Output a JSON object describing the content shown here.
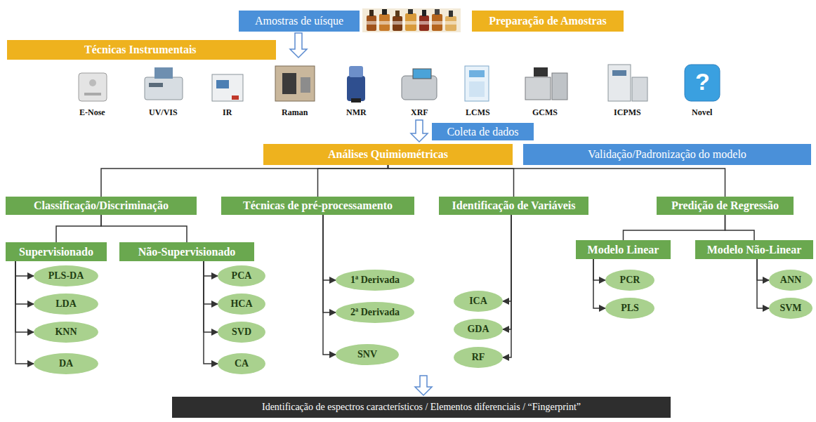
{
  "diagram": {
    "nodes": [
      {
        "text": [
          "Amostras de uísque"
        ]
      },
      {
        "text": [
          "Preparação de Amostras"
        ]
      },
      {
        "text": [
          "Técnicas Instrumentais"
        ]
      },
      {
        "text": [
          "Coleta de dados"
        ]
      },
      {
        "text": [
          "Análises Quimiométricas"
        ]
      },
      {
        "text": [
          "Validação/Padronização do modelo"
        ]
      },
      {
        "text": [
          "Classificação/Discriminação"
        ]
      },
      {
        "text": [
          "Técnicas de pré-processamento"
        ]
      },
      {
        "text": [
          "Identificação de Variáveis"
        ]
      },
      {
        "text": [
          "Predição de Regressão"
        ]
      },
      {
        "text": [
          "Supervisionado"
        ]
      },
      {
        "text": [
          "Não-Supervisionado"
        ]
      },
      {
        "text": [
          "Modelo Linear"
        ]
      },
      {
        "text": [
          "Modelo Não-Linear"
        ]
      },
      {
        "text": [
          "PLS-DA"
        ]
      },
      {
        "text": [
          "LDA"
        ]
      },
      {
        "text": [
          "KNN"
        ]
      },
      {
        "text": [
          "DA"
        ]
      },
      {
        "text": [
          "PCA"
        ]
      },
      {
        "text": [
          "HCA"
        ]
      },
      {
        "text": [
          "SVD"
        ]
      },
      {
        "text": [
          "CA"
        ]
      },
      {
        "text": [
          "1ª Derivada"
        ]
      },
      {
        "text": [
          "2ª Derivada"
        ]
      },
      {
        "text": [
          "SNV"
        ]
      },
      {
        "text": [
          "ICA"
        ]
      },
      {
        "text": [
          "GDA"
        ]
      },
      {
        "text": [
          "RF"
        ]
      },
      {
        "text": [
          "PCR"
        ]
      },
      {
        "text": [
          "PLS"
        ]
      },
      {
        "text": [
          "ANN"
        ]
      },
      {
        "text": [
          "SVM"
        ]
      },
      {
        "text": [
          "Identificação de espectros característicos / Elementos diferenciais / “Fingerprint”"
        ]
      }
    ],
    "edges": [
      {
        "from": 4,
        "to": 6,
        "arrow": "none"
      },
      {
        "from": 4,
        "to": 7,
        "arrow": "none"
      },
      {
        "from": 4,
        "to": 8,
        "arrow": "none"
      },
      {
        "from": 4,
        "to": 9,
        "arrow": "none"
      },
      {
        "from": 6,
        "to": 10,
        "arrow": "none"
      },
      {
        "from": 6,
        "to": 11,
        "arrow": "none"
      },
      {
        "from": 9,
        "to": 12,
        "arrow": "none"
      },
      {
        "from": 9,
        "to": 13,
        "arrow": "none"
      },
      {
        "from": 10,
        "to": 14,
        "arrow": "to"
      },
      {
        "from": 10,
        "to": 15,
        "arrow": "to"
      },
      {
        "from": 10,
        "to": 16,
        "arrow": "to"
      },
      {
        "from": 10,
        "to": 17,
        "arrow": "to"
      },
      {
        "from": 11,
        "to": 18,
        "arrow": "to"
      },
      {
        "from": 11,
        "to": 19,
        "arrow": "to"
      },
      {
        "from": 11,
        "to": 20,
        "arrow": "to"
      },
      {
        "from": 11,
        "to": 21,
        "arrow": "to"
      },
      {
        "from": 7,
        "to": 22,
        "arrow": "to"
      },
      {
        "from": 7,
        "to": 23,
        "arrow": "to"
      },
      {
        "from": 7,
        "to": 24,
        "arrow": "to"
      },
      {
        "from": 8,
        "to": 25,
        "arrow": "to"
      },
      {
        "from": 8,
        "to": 26,
        "arrow": "to"
      },
      {
        "from": 8,
        "to": 27,
        "arrow": "to"
      },
      {
        "from": 12,
        "to": 28,
        "arrow": "to"
      },
      {
        "from": 12,
        "to": 29,
        "arrow": "to"
      },
      {
        "from": 13,
        "to": 30,
        "arrow": "to"
      },
      {
        "from": 13,
        "to": 31,
        "arrow": "to"
      }
    ],
    "labels": [
      "E-Nose",
      "UV/VIS",
      "IR",
      "Raman",
      "NMR",
      "XRF",
      "LCMS",
      "GCMS",
      "ICPMS",
      "?",
      "Novel"
    ]
  }
}
